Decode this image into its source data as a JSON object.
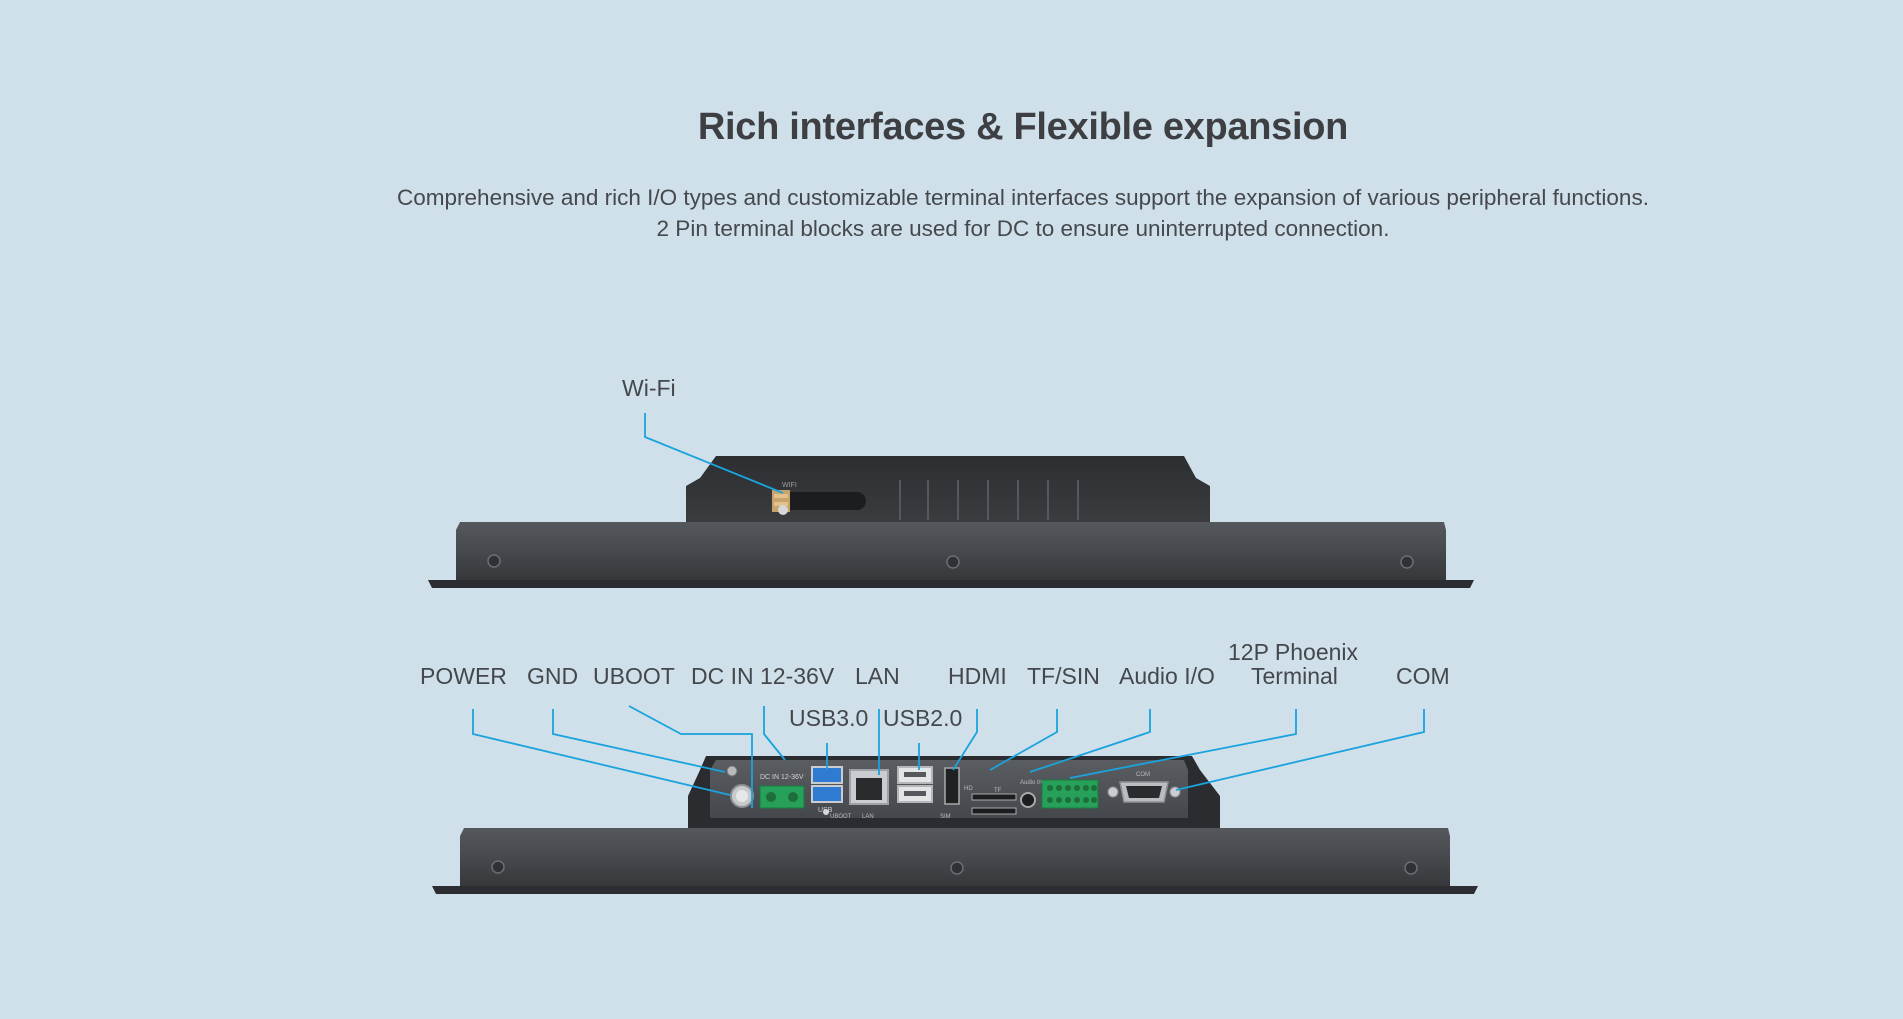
{
  "header": {
    "title": "Rich interfaces & Flexible expansion",
    "subtitle_line1": "Comprehensive and rich I/O types and customizable terminal interfaces support the expansion of various peripheral functions.",
    "subtitle_line2": "2 Pin terminal blocks are used for DC to ensure uninterrupted connection."
  },
  "diagram": {
    "top_view_labels": {
      "wifi": "Wi-Fi"
    },
    "port_labels": {
      "power": "POWER",
      "gnd": "GND",
      "uboot": "UBOOT",
      "dc_in": "DC IN 12-36V",
      "lan": "LAN",
      "hdmi": "HDMI",
      "tf_sin": "TF/SIN",
      "audio_io": "Audio I/O",
      "phoenix_line1": "12P Phoenix",
      "phoenix_line2": "Terminal",
      "com": "COM",
      "usb30": "USB3.0",
      "usb20": "USB2.0"
    },
    "device_printed_text": {
      "wifi_port": "WIFI",
      "dc_port": "DC IN 12-36V",
      "usb": "USB",
      "uboot": "UBOOT",
      "lan": "LAN",
      "sim": "SIM",
      "hd": "HD",
      "tf": "TF",
      "audio": "Audio I/O",
      "com": "COM"
    },
    "colors": {
      "leader_line": "#1aa3dc",
      "device_body": "#3d3f43",
      "background": "#cfe0eb"
    }
  }
}
